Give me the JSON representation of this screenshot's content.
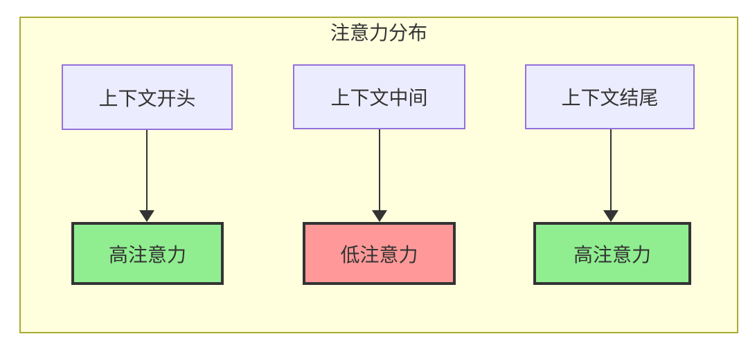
{
  "diagram": {
    "title": "注意力分布",
    "columns": [
      {
        "source": "上下文开头",
        "target": "高注意力",
        "attention": "high"
      },
      {
        "source": "上下文中间",
        "target": "低注意力",
        "attention": "low"
      },
      {
        "source": "上下文结尾",
        "target": "高注意力",
        "attention": "high"
      }
    ],
    "colors": {
      "cluster_fill": "#ffffde",
      "cluster_border": "#aaaa33",
      "node_fill": "#ececff",
      "node_border": "#9370db",
      "high_fill": "#90ee90",
      "low_fill": "#ff9999",
      "result_border": "#333333",
      "arrow": "#333333",
      "text": "#333333"
    }
  }
}
